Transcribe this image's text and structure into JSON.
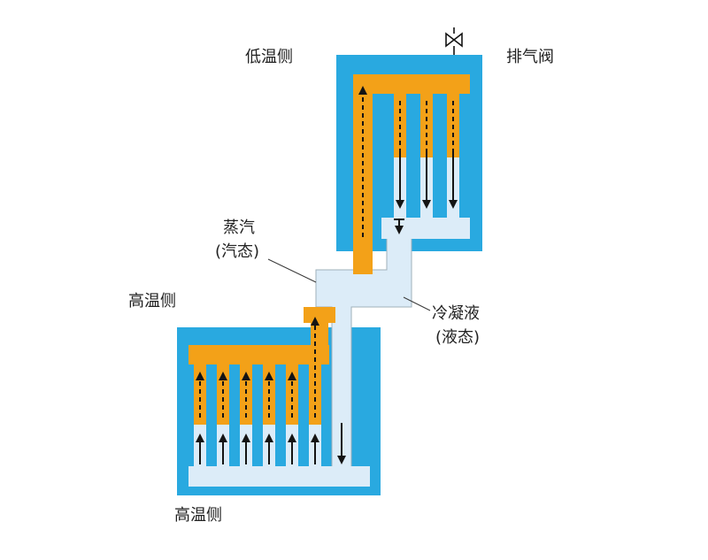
{
  "diagram": {
    "labels": {
      "low_temp_side": "低温侧",
      "exhaust_valve": "排气阀",
      "steam": "蒸汽",
      "steam_state": "(汽态)",
      "high_temp_side": "高温侧",
      "condensate": "冷凝液",
      "condensate_state": "(液态)",
      "high_temp_side_bottom": "高温侧"
    },
    "colors": {
      "block_blue": "#29a9e0",
      "vapor_orange": "#f3a118",
      "liquid_pale_blue": "#dcecf8",
      "pipe_outline_gray": "#9fb0ba",
      "arrow_black": "#141414",
      "background": "#ffffff"
    }
  }
}
